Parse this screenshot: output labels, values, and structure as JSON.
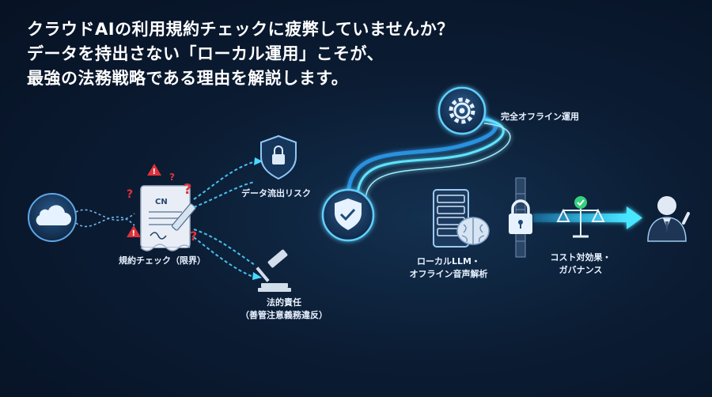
{
  "headline": {
    "line1": "クラウドAIの利用規約チェックに疲弊していませんか？",
    "line2": "データを持出さない「ローカル運用」こそが、",
    "line3": "最強の法務戦略である理由を解説します。"
  },
  "labels": {
    "contract_check": "規約チェック（限界）",
    "data_leak": "データ流出リスク",
    "legal_liability_line1": "法的責任",
    "legal_liability_line2": "（善管注意義務違反）",
    "offline_operation": "完全オフライン運用",
    "local_llm_line1": "ローカルLLM・",
    "local_llm_line2": "オフライン音声解析",
    "cost_line1": "コスト対効果・",
    "cost_line2": "ガバナンス"
  },
  "document_mark": "CN",
  "icons": [
    "cloud-icon",
    "contract-document-icon",
    "warning-icon",
    "question-icon",
    "shield-lock-icon",
    "gavel-icon",
    "shield-check-icon",
    "gear-icon",
    "server-icon",
    "brain-icon",
    "padlock-icon",
    "scales-icon",
    "businessman-icon"
  ],
  "colors": {
    "accent_cyan": "#3fd2ff",
    "warning_red": "#e0313b",
    "check_green": "#35d07f",
    "background": "#0b1c33"
  }
}
